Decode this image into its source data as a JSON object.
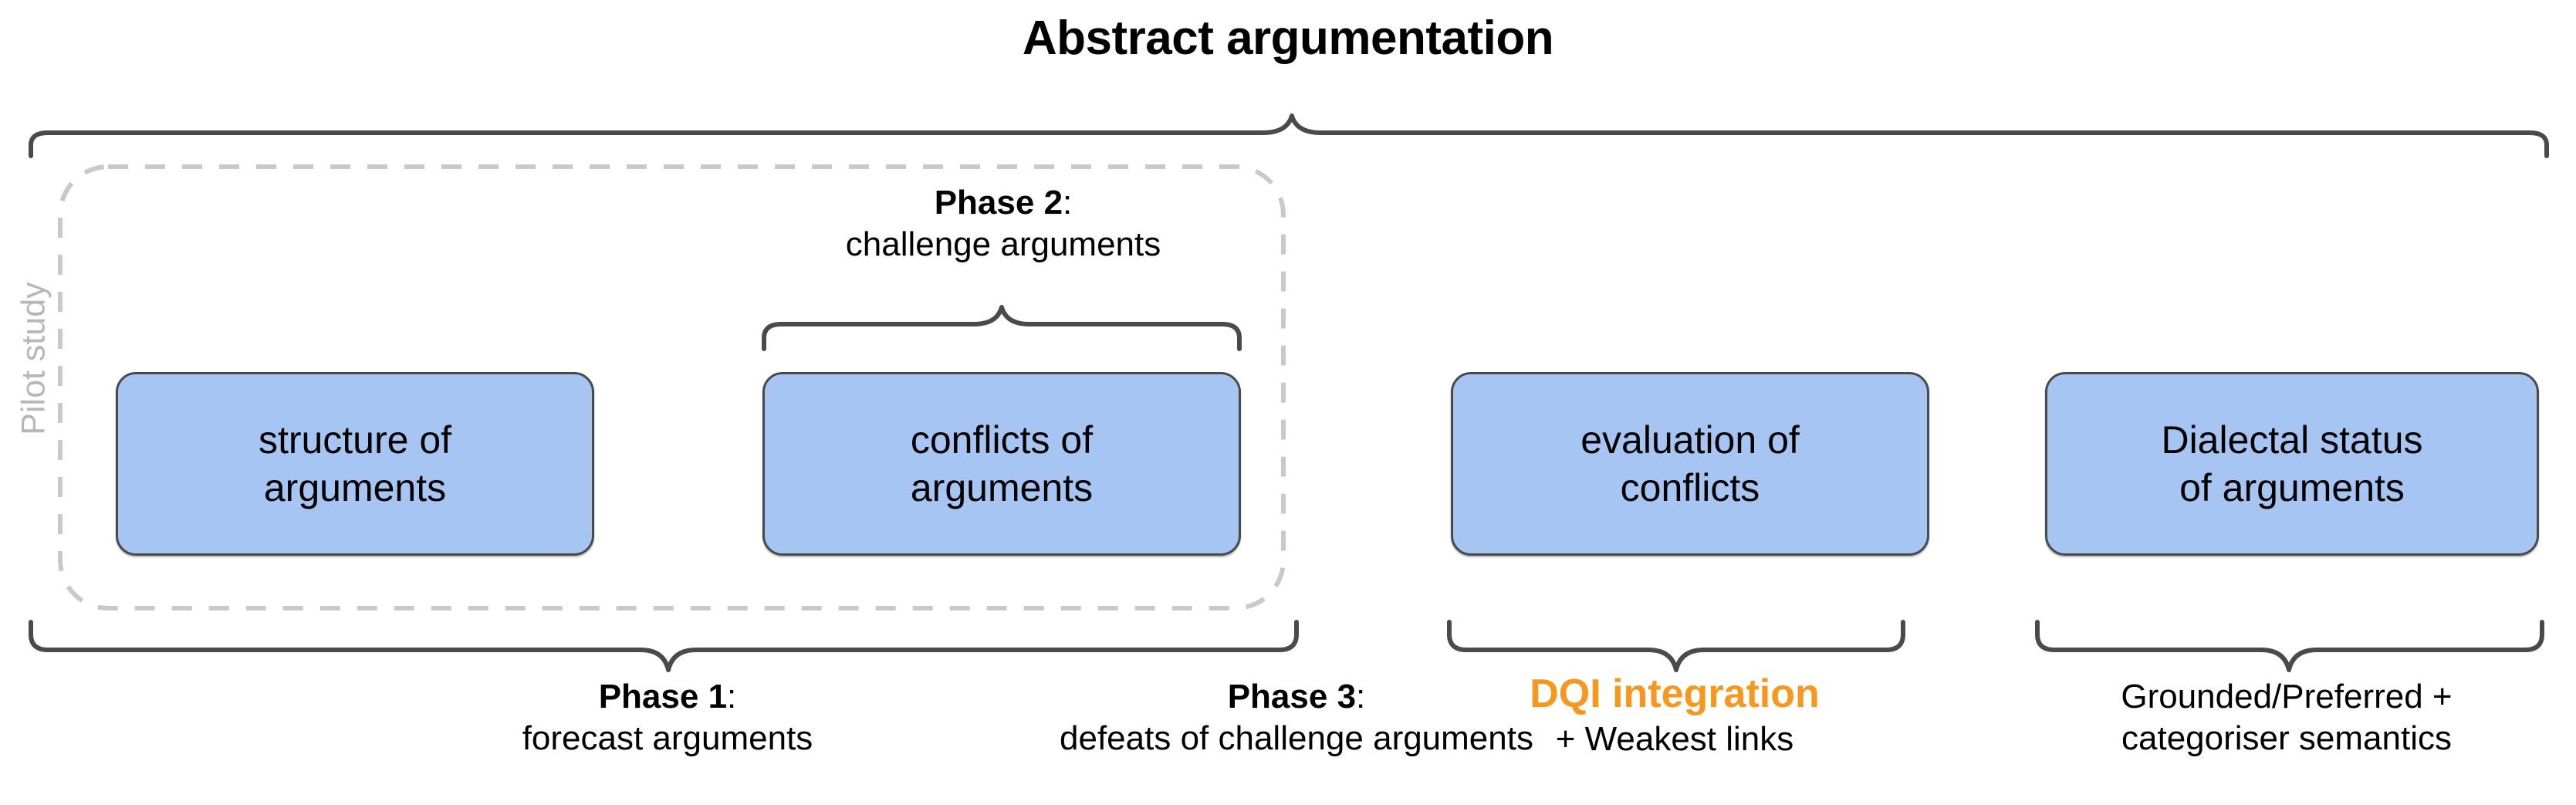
{
  "diagram": {
    "title": "Abstract argumentation",
    "title_color": "#f7971d",
    "pilot_study_label": "Pilot study",
    "pilot_study_color": "#b7b7b7",
    "box_fill": "#a7c5f2",
    "box_border": "#4a4a4a",
    "accent_orange": "#f7971d"
  },
  "boxes": [
    {
      "id": "structure-of-arguments",
      "line1": "structure of",
      "line2": "arguments"
    },
    {
      "id": "conflicts-of-arguments",
      "line1": "conflicts of",
      "line2": "arguments"
    },
    {
      "id": "evaluation-of-conflicts",
      "line1": "evaluation of",
      "line2": "conflicts"
    },
    {
      "id": "dialectal-status-of-arguments",
      "line1": "Dialectal status",
      "line2": "of arguments"
    }
  ],
  "captions": {
    "phase2": {
      "head": "Phase 2",
      "head_suffix": ":",
      "sub": "challenge arguments"
    },
    "phase1": {
      "head": "Phase 1",
      "head_suffix": ":",
      "sub": "forecast arguments"
    },
    "phase3": {
      "head": "Phase 3",
      "head_suffix": ":",
      "sub": "defeats of challenge arguments"
    },
    "dqi": {
      "head": "DQI integration",
      "sub": "+ Weakest links"
    },
    "semantics": {
      "line1": "Grounded/Preferred +",
      "line2": "categoriser semantics"
    }
  },
  "braces": [
    {
      "name": "abstract-argumentation-brace",
      "direction": "up",
      "span": "full"
    },
    {
      "name": "phase2-brace",
      "direction": "down",
      "span": "conflicts-of-arguments"
    },
    {
      "name": "phase1-phase3-brace",
      "direction": "down",
      "span": "pilot-study-group"
    },
    {
      "name": "dqi-brace",
      "direction": "down",
      "span": "evaluation-of-conflicts"
    },
    {
      "name": "semantics-brace",
      "direction": "down",
      "span": "dialectal-status-of-arguments"
    }
  ]
}
